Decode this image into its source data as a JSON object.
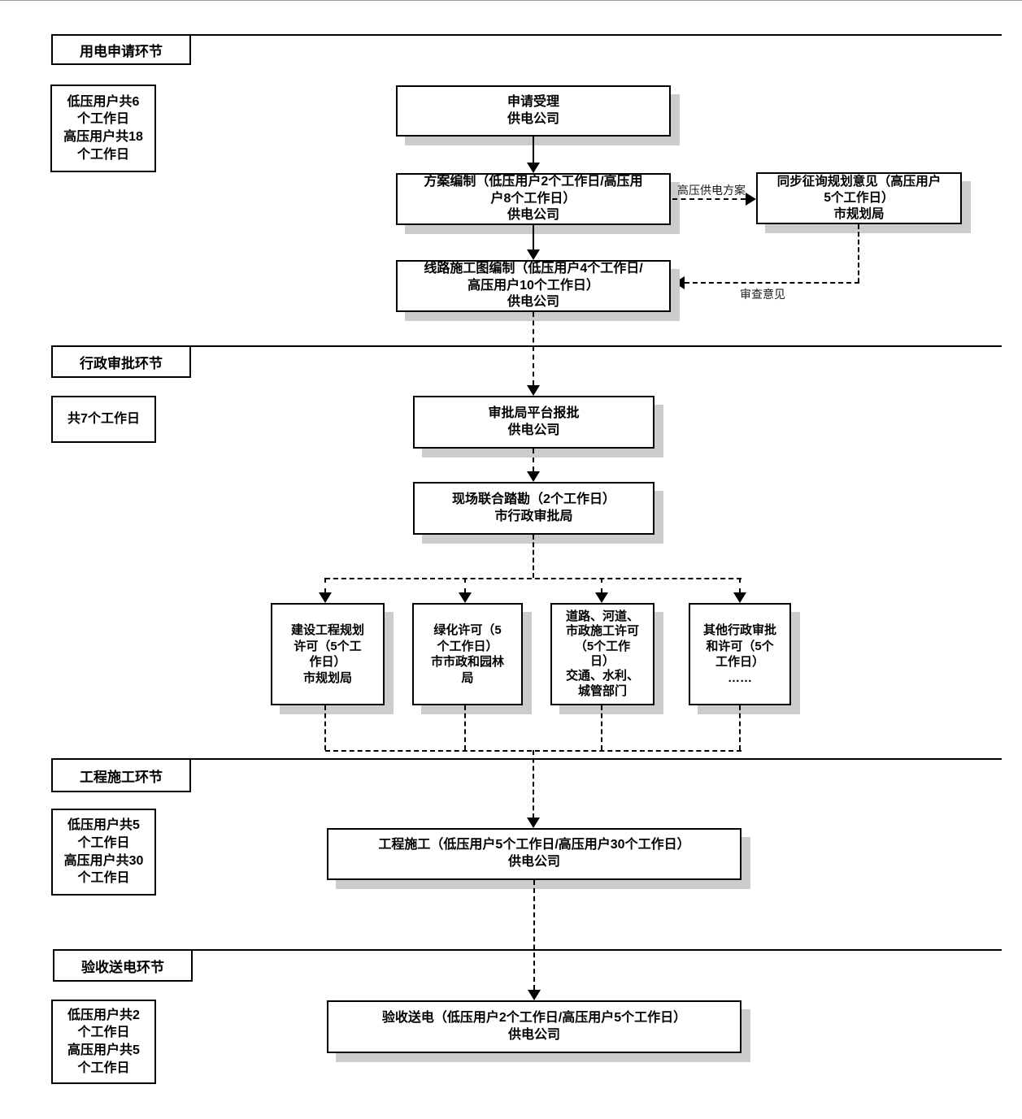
{
  "sections": [
    {
      "label": "用电申请环节",
      "note": "低压用户共6\n个工作日\n高压用户共18\n个工作日"
    },
    {
      "label": "行政审批环节",
      "note": "共7个工作日"
    },
    {
      "label": "工程施工环节",
      "note": "低压用户共5\n个工作日\n高压用户共30\n个工作日"
    },
    {
      "label": "验收送电环节",
      "note": "低压用户共2\n个工作日\n高压用户共5\n个工作日"
    }
  ],
  "nodes": {
    "apply_accept": "申请受理\n供电公司",
    "plan_prepare": "方案编制（低压用户2个工作日/高压用\n户8个工作日）\n供电公司",
    "sync_planning": "同步征询规划意见（高压用户\n5个工作日）\n市规划局",
    "line_drawing": "线路施工图编制（低压用户4个工作日/\n高压用户10个工作日）\n供电公司",
    "platform_submit": "审批局平台报批\n供电公司",
    "joint_survey": "现场联合踏勘（2个工作日）\n市行政审批局",
    "construction_permit": "建设工程规划\n许可（5个工\n作日）\n市规划局",
    "greening_permit": "绿化许可（5\n个工作日）\n市市政和园林\n局",
    "road_permit": "道路、河道、\n市政施工许可\n（5个工作\n日）\n交通、水利、\n城管部门",
    "other_permit": "其他行政审批\n和许可（5个\n工作日）\n……",
    "project_construction": "工程施工（低压用户5个工作日/高压用户30个工作日）\n供电公司",
    "acceptance_power": "验收送电（低压用户2个工作日/高压用户5个工作日）\n供电公司"
  },
  "edge_labels": {
    "hv_plan": "高压供电方案",
    "review_opinion": "审查意见"
  },
  "colors": {
    "line": "#000000",
    "shadow": "#cccccc",
    "background": "#ffffff"
  }
}
